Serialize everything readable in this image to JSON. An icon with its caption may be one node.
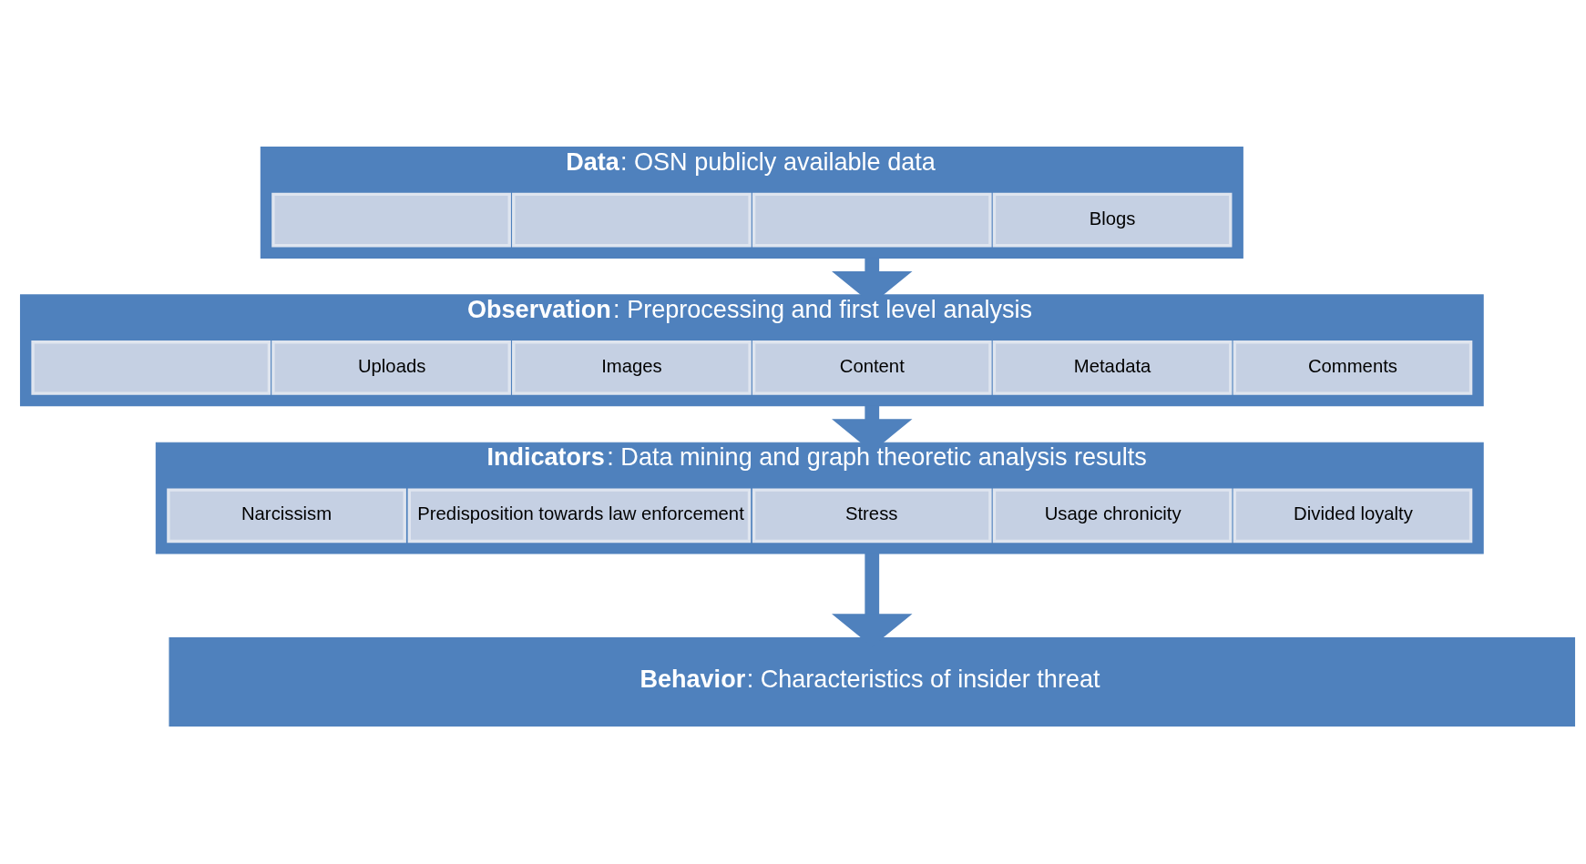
{
  "diagram": {
    "nodes": [
      {
        "text": [
          "**Data**: OSN publicly available data"
        ]
      },
      {
        "text": [],
        "shape": "box",
        "in": 0
      },
      {
        "text": [],
        "shape": "box",
        "in": 0
      },
      {
        "text": [],
        "shape": "box",
        "in": 0
      },
      {
        "text": [
          "Blogs"
        ],
        "in": 0
      },
      {
        "text": [
          "**Observation**: Preprocessing and first level analysis"
        ]
      },
      {
        "text": [],
        "shape": "box",
        "in": 5
      },
      {
        "text": [
          "Uploads"
        ],
        "in": 5
      },
      {
        "text": [
          "Images"
        ],
        "in": 5
      },
      {
        "text": [
          "Content"
        ],
        "in": 5
      },
      {
        "text": [
          "Metadata"
        ],
        "in": 5
      },
      {
        "text": [
          "Comments"
        ],
        "in": 5
      },
      {
        "text": [
          "**Indicators**: Data mining and graph theoretic analysis results"
        ]
      },
      {
        "text": [
          "Narcissism"
        ],
        "in": 12
      },
      {
        "text": [
          "Predisposition towards law enforcement"
        ],
        "in": 12
      },
      {
        "text": [
          "Stress"
        ],
        "in": 12
      },
      {
        "text": [
          "Usage chronicity"
        ],
        "in": 12
      },
      {
        "text": [
          "Divided loyalty"
        ],
        "in": 12
      },
      {
        "text": [
          "**Behavior**: Characteristics of insider threat"
        ]
      }
    ],
    "edges": [
      {
        "from": 0,
        "to": 5,
        "arrow": "to"
      },
      {
        "from": 5,
        "to": 12,
        "arrow": "to"
      },
      {
        "from": 12,
        "to": 18,
        "arrow": "to"
      }
    ]
  }
}
